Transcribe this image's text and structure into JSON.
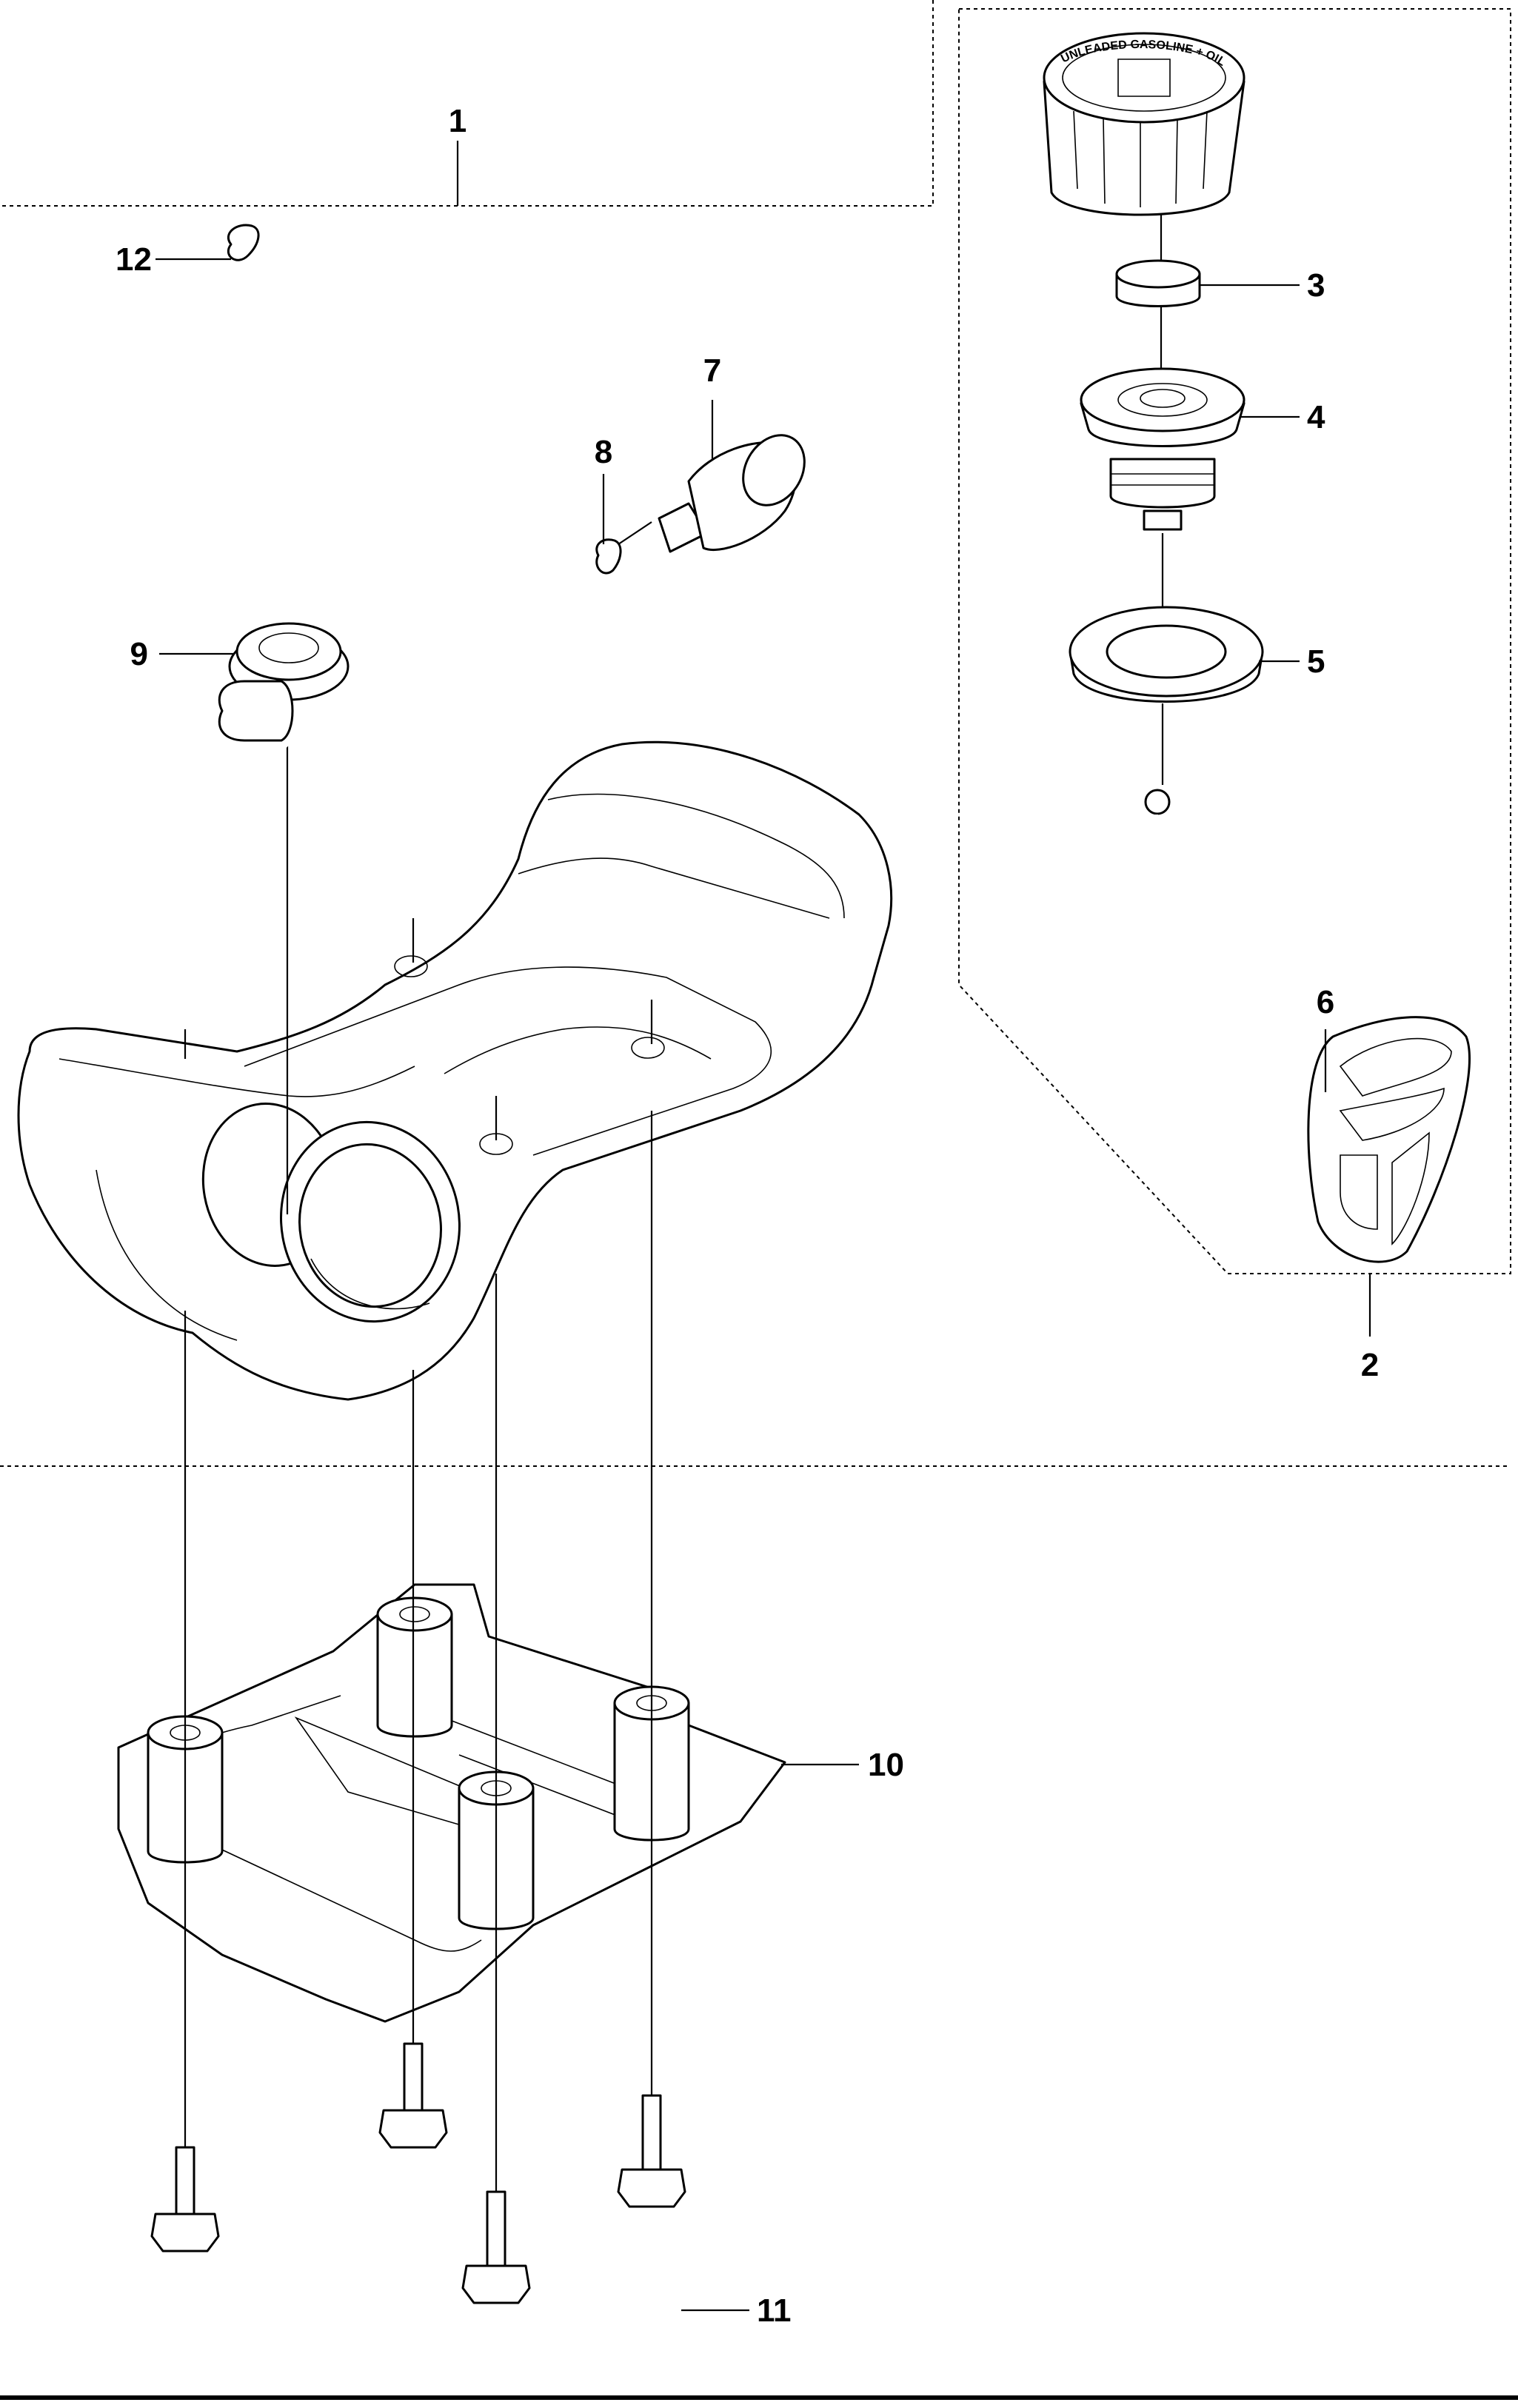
{
  "diagram": {
    "callouts": [
      {
        "id": "1",
        "label": "1"
      },
      {
        "id": "2",
        "label": "2"
      },
      {
        "id": "3",
        "label": "3"
      },
      {
        "id": "4",
        "label": "4"
      },
      {
        "id": "5",
        "label": "5"
      },
      {
        "id": "6",
        "label": "6"
      },
      {
        "id": "7",
        "label": "7"
      },
      {
        "id": "8",
        "label": "8"
      },
      {
        "id": "9",
        "label": "9"
      },
      {
        "id": "10",
        "label": "10"
      },
      {
        "id": "11",
        "label": "11"
      },
      {
        "id": "12",
        "label": "12"
      }
    ],
    "cap_text": "UNLEADED GASOLINE + OIL",
    "colors": {
      "line": "#000000",
      "background": "#ffffff"
    }
  }
}
